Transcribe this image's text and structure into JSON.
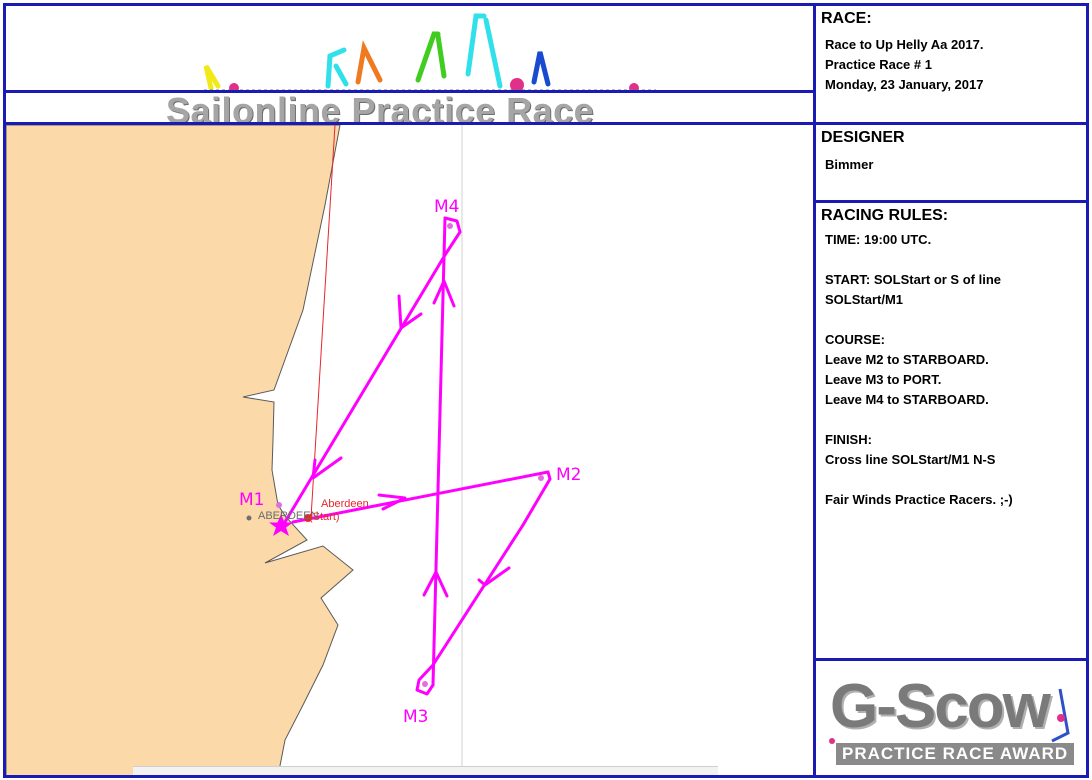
{
  "banner": {
    "title": "Sailonline Practice Race"
  },
  "race": {
    "heading": "RACE:",
    "lines": [
      "Race to Up Helly Aa 2017.",
      "Practice Race # 1",
      "Monday, 23 January, 2017"
    ]
  },
  "designer": {
    "heading": "DESIGNER",
    "name": "Bimmer"
  },
  "rules": {
    "heading": "RACING RULES:",
    "time": "TIME: 19:00 UTC.",
    "start_1": "START: SOLStart or S of line",
    "start_2": "SOLStart/M1",
    "course_head": "COURSE:",
    "course_1": "Leave M2 to STARBOARD.",
    "course_2": "Leave M3 to PORT.",
    "course_3": "Leave M4 to STARBOARD.",
    "finish_head": "FINISH:",
    "finish_1": "Cross line SOLStart/M1 N-S",
    "closing": "Fair Winds Practice Racers.  ;-)"
  },
  "award": {
    "title": "G-Scow",
    "subtitle": "PRACTICE RACE AWARD"
  },
  "map": {
    "marks": {
      "m1": "M1",
      "m2": "M2",
      "m3": "M3",
      "m4": "M4"
    },
    "city_label": "ABERDEEN",
    "start_label": "Aberdeen (Start)",
    "colors": {
      "land": "#fcd9a8",
      "course": "#ff00ff",
      "start": "#e8262b",
      "city_dot": "#707070",
      "frame": "#1a1ab4"
    }
  }
}
